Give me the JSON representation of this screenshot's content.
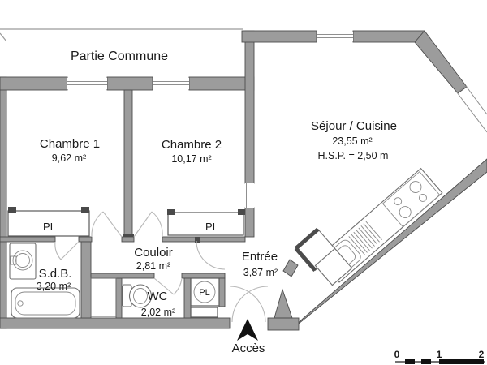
{
  "common_area_label": "Partie Commune",
  "rooms": {
    "chambre1": {
      "name": "Chambre 1",
      "area": "9,62 m²"
    },
    "chambre2": {
      "name": "Chambre 2",
      "area": "10,17 m²"
    },
    "sejour": {
      "name": "Séjour / Cuisine",
      "area": "23,55 m²",
      "ceiling": "H.S.P. = 2,50 m"
    },
    "couloir": {
      "name": "Couloir",
      "area": "2,81 m²"
    },
    "sdb": {
      "name": "S.d.B.",
      "area": "3,20 m²"
    },
    "wc": {
      "name": "WC",
      "area": "2,02 m²"
    },
    "entree": {
      "name": "Entrée",
      "area": "3,87 m²"
    }
  },
  "closets": {
    "chambre1_pl": "PL",
    "chambre2_pl": "PL",
    "entree_pl": "PL"
  },
  "access_label": "Accès",
  "scale_bar": {
    "marks": [
      "0",
      "1",
      "2"
    ]
  },
  "colors": {
    "wall": "#9c9c9c",
    "wall_outline": "#4c4c4c",
    "text": "#1a1a1a",
    "door_arc": "#b8b8b8"
  }
}
